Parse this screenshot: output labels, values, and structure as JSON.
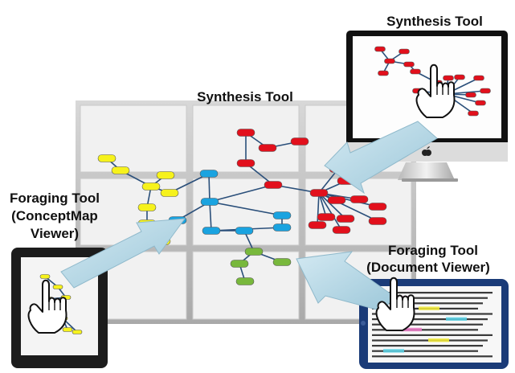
{
  "labels": {
    "synthesis_tool_top": "Synthesis Tool",
    "synthesis_tool_wall": "Synthesis Tool",
    "foraging_concept_line1": "Foraging Tool",
    "foraging_concept_line2": "(ConceptMap",
    "foraging_concept_line3": "Viewer)",
    "foraging_doc_line1": "Foraging Tool",
    "foraging_doc_line2": "(Document Viewer)"
  },
  "colors": {
    "node_yellow": "#f6f21c",
    "node_blue": "#1aa3e0",
    "node_red": "#e2101c",
    "node_green": "#78b83c",
    "edge": "#2a4f7a",
    "arrow": "#b9d9e6",
    "wall_frame": "#bdbdbd",
    "tablet_dark": "#1c1c1c",
    "tablet_blue": "#1a3b78",
    "highlight_yellow": "#f6ee3a",
    "highlight_pink": "#ec7ac7",
    "highlight_cyan": "#59d3e8"
  },
  "icons": {
    "hand": "pointing-hand-icon",
    "apple": "apple-logo-icon"
  }
}
